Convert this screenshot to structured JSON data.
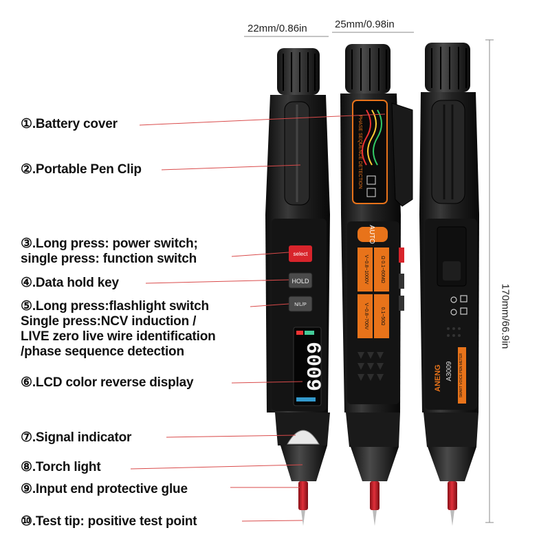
{
  "dimensions": {
    "width_small": "22mm/0.86in",
    "width_large": "25mm/0.98in",
    "length": "170mm/66.9in"
  },
  "labels": [
    {
      "lines": [
        "①.Battery cover"
      ]
    },
    {
      "lines": [
        "②.Portable Pen Clip"
      ]
    },
    {
      "lines": [
        "③.Long press: power switch;",
        "single press: function switch"
      ]
    },
    {
      "lines": [
        "④.Data hold key"
      ]
    },
    {
      "lines": [
        "⑤.Long press:flashlight switch",
        "Single press:NCV induction /",
        "LIVE zero live wire identification",
        "/phase sequence detection"
      ]
    },
    {
      "lines": [
        "⑥.LCD color reverse display"
      ]
    },
    {
      "lines": [
        "⑦.Signal indicator"
      ]
    },
    {
      "lines": [
        "⑧.Torch light"
      ]
    },
    {
      "lines": [
        "⑨.Input end protective glue"
      ]
    },
    {
      "lines": [
        "⑩.Test tip: positive test point"
      ]
    }
  ],
  "pen_left": {
    "select_button": "select",
    "hold_button": "HOLD",
    "nlp_button": "N/L/P",
    "lcd_reading": "6009"
  },
  "pen_middle": {
    "phase_text": "PHASE SEQUENCE DETECTION",
    "auto_text": "AUTO",
    "ranges": [
      "V~0.8~1000V",
      "Ω 0.1~60MΩ",
      "V~0.8~700V",
      "0.1~50Ω"
    ]
  },
  "pen_right": {
    "brand": "ANENG",
    "model": "A3009",
    "subtitle": "SMART VOICE PEN METER"
  },
  "colors": {
    "accent_orange": "#e8731a",
    "red_button": "#d8242b",
    "leader_line": "#d94a4a",
    "tip_red": "#d21f2a"
  }
}
